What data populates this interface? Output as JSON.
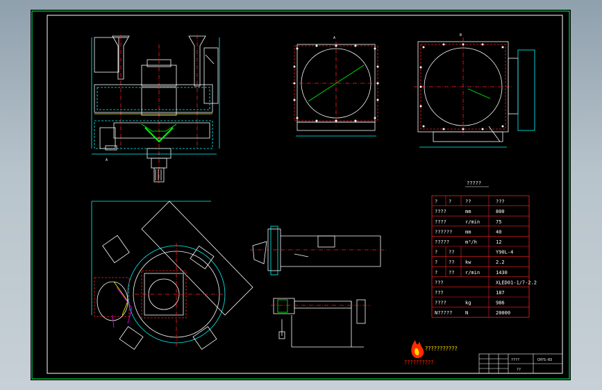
{
  "colors": {
    "border_frame": "#00ff55",
    "outline": "#ffffff",
    "center_line": "#ff2020",
    "hidden": "#00ffff",
    "accent_yellow": "#ffff00",
    "accent_green": "#00ff00",
    "accent_magenta": "#ff00ff",
    "table_border": "#ff2020",
    "brand_red": "#ff2a00"
  },
  "views": {
    "view_a_title": "A",
    "view_b_title": "B"
  },
  "parameter_table": {
    "title": "?????",
    "rows": [
      [
        "?",
        "?",
        "??",
        "???"
      ],
      [
        "????",
        "",
        "mm",
        "800"
      ],
      [
        "????",
        "",
        "r/min",
        "75"
      ],
      [
        "??????",
        "",
        "mm",
        "40"
      ],
      [
        "?????",
        "",
        "m³/h",
        "12"
      ],
      [
        "?",
        "??",
        "",
        "Y90L-4"
      ],
      [
        "?",
        "??",
        "kw",
        "2.2"
      ],
      [
        "?",
        "??",
        "r/min",
        "1430"
      ],
      [
        "???",
        "",
        "",
        "XLED01-1/7-2.2"
      ],
      [
        "???",
        "",
        "",
        "187"
      ],
      [
        "????",
        "",
        "kg",
        "986"
      ],
      [
        "N?????",
        "",
        "N",
        "20000"
      ]
    ]
  },
  "title_block": {
    "drawing_no": "CH?S-03",
    "name": "????",
    "scale_label": "??"
  },
  "brand": {
    "line1": "???????????",
    "line2": "??????????"
  }
}
